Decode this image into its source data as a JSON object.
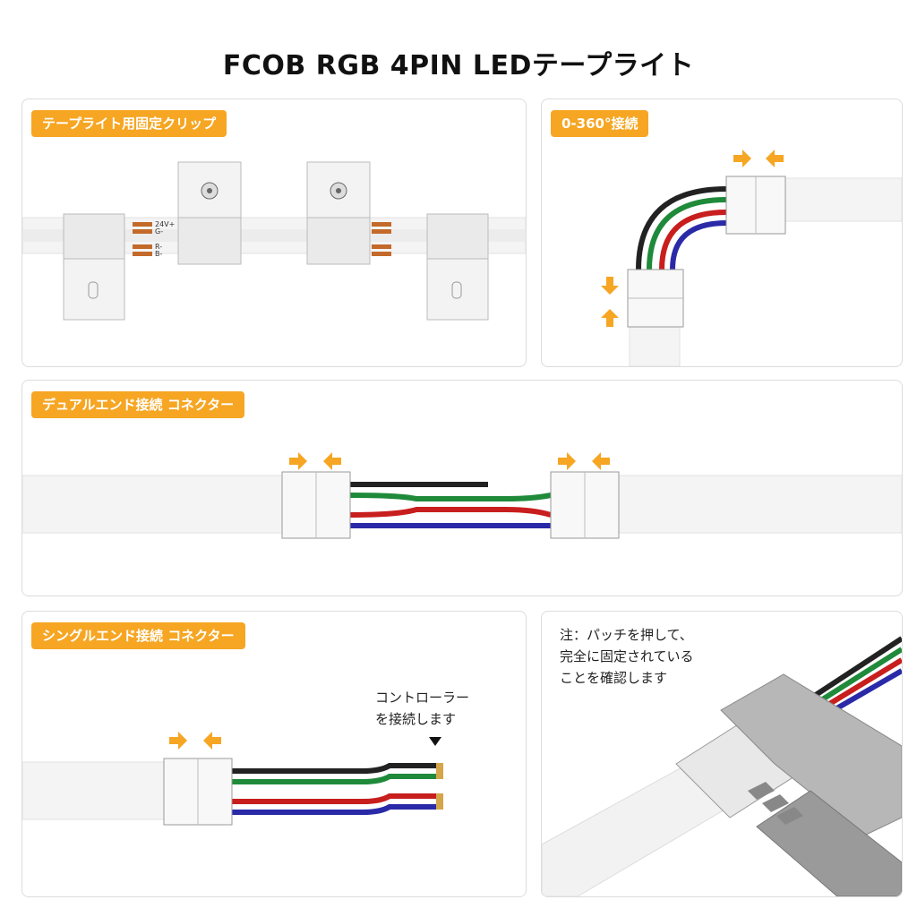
{
  "title": "FCOB RGB 4PIN LEDテープライト",
  "panels": {
    "clip": {
      "label": "テープライト用固定クリップ"
    },
    "rotate": {
      "label": "0-360°接続"
    },
    "dual": {
      "label": "デュアルエンド接続 コネクター"
    },
    "single": {
      "label": "シングルエンド接続 コネクター",
      "controller_note": [
        "コントローラー",
        "を接続します"
      ]
    },
    "note": {
      "lines": [
        "注：パッチを押して、",
        "完全に固定されている",
        "ことを確認します"
      ]
    }
  },
  "pin_labels": {
    "v24": "24V+",
    "g": "G-",
    "r": "R-",
    "b": "B-"
  },
  "colors": {
    "accent": "#f6a623",
    "wire_black": "#222222",
    "wire_green": "#1f8a3a",
    "wire_red": "#c81e1e",
    "wire_blue": "#2a2aa8"
  },
  "icons": [
    "arrow-right-icon",
    "arrow-left-icon",
    "arrow-down-icon",
    "arrow-up-icon",
    "triangle-down-icon"
  ]
}
